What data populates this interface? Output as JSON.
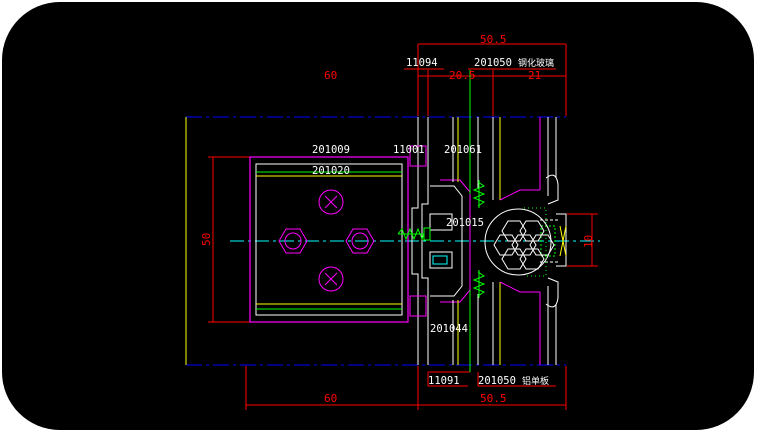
{
  "colors": {
    "background": "#000000",
    "magenta": "#ff00ff",
    "red": "#ff0000",
    "white": "#ffffff",
    "yellow": "#ffff00",
    "green": "#00ff00",
    "cyan": "#00ffff",
    "blue": "#0000ff"
  },
  "dimensions": {
    "top_left_width": "60",
    "top_right_width": "50.5",
    "sub_20_5": "20.5",
    "sub_21": "21",
    "left_height": "50",
    "right_height": "10",
    "bottom_left_width": "60",
    "bottom_right_width": "50.5"
  },
  "part_labels": {
    "p_11094": "11094",
    "p_201050_top": "201050",
    "material_top": "钢化玻璃",
    "p_201009": "201009",
    "p_11001": "11001",
    "p_201061": "201061",
    "p_201020": "201020",
    "p_201015": "201015",
    "p_201044": "201044",
    "p_11091": "11091",
    "p_201050_bottom": "201050",
    "material_bottom": "铝单板"
  }
}
